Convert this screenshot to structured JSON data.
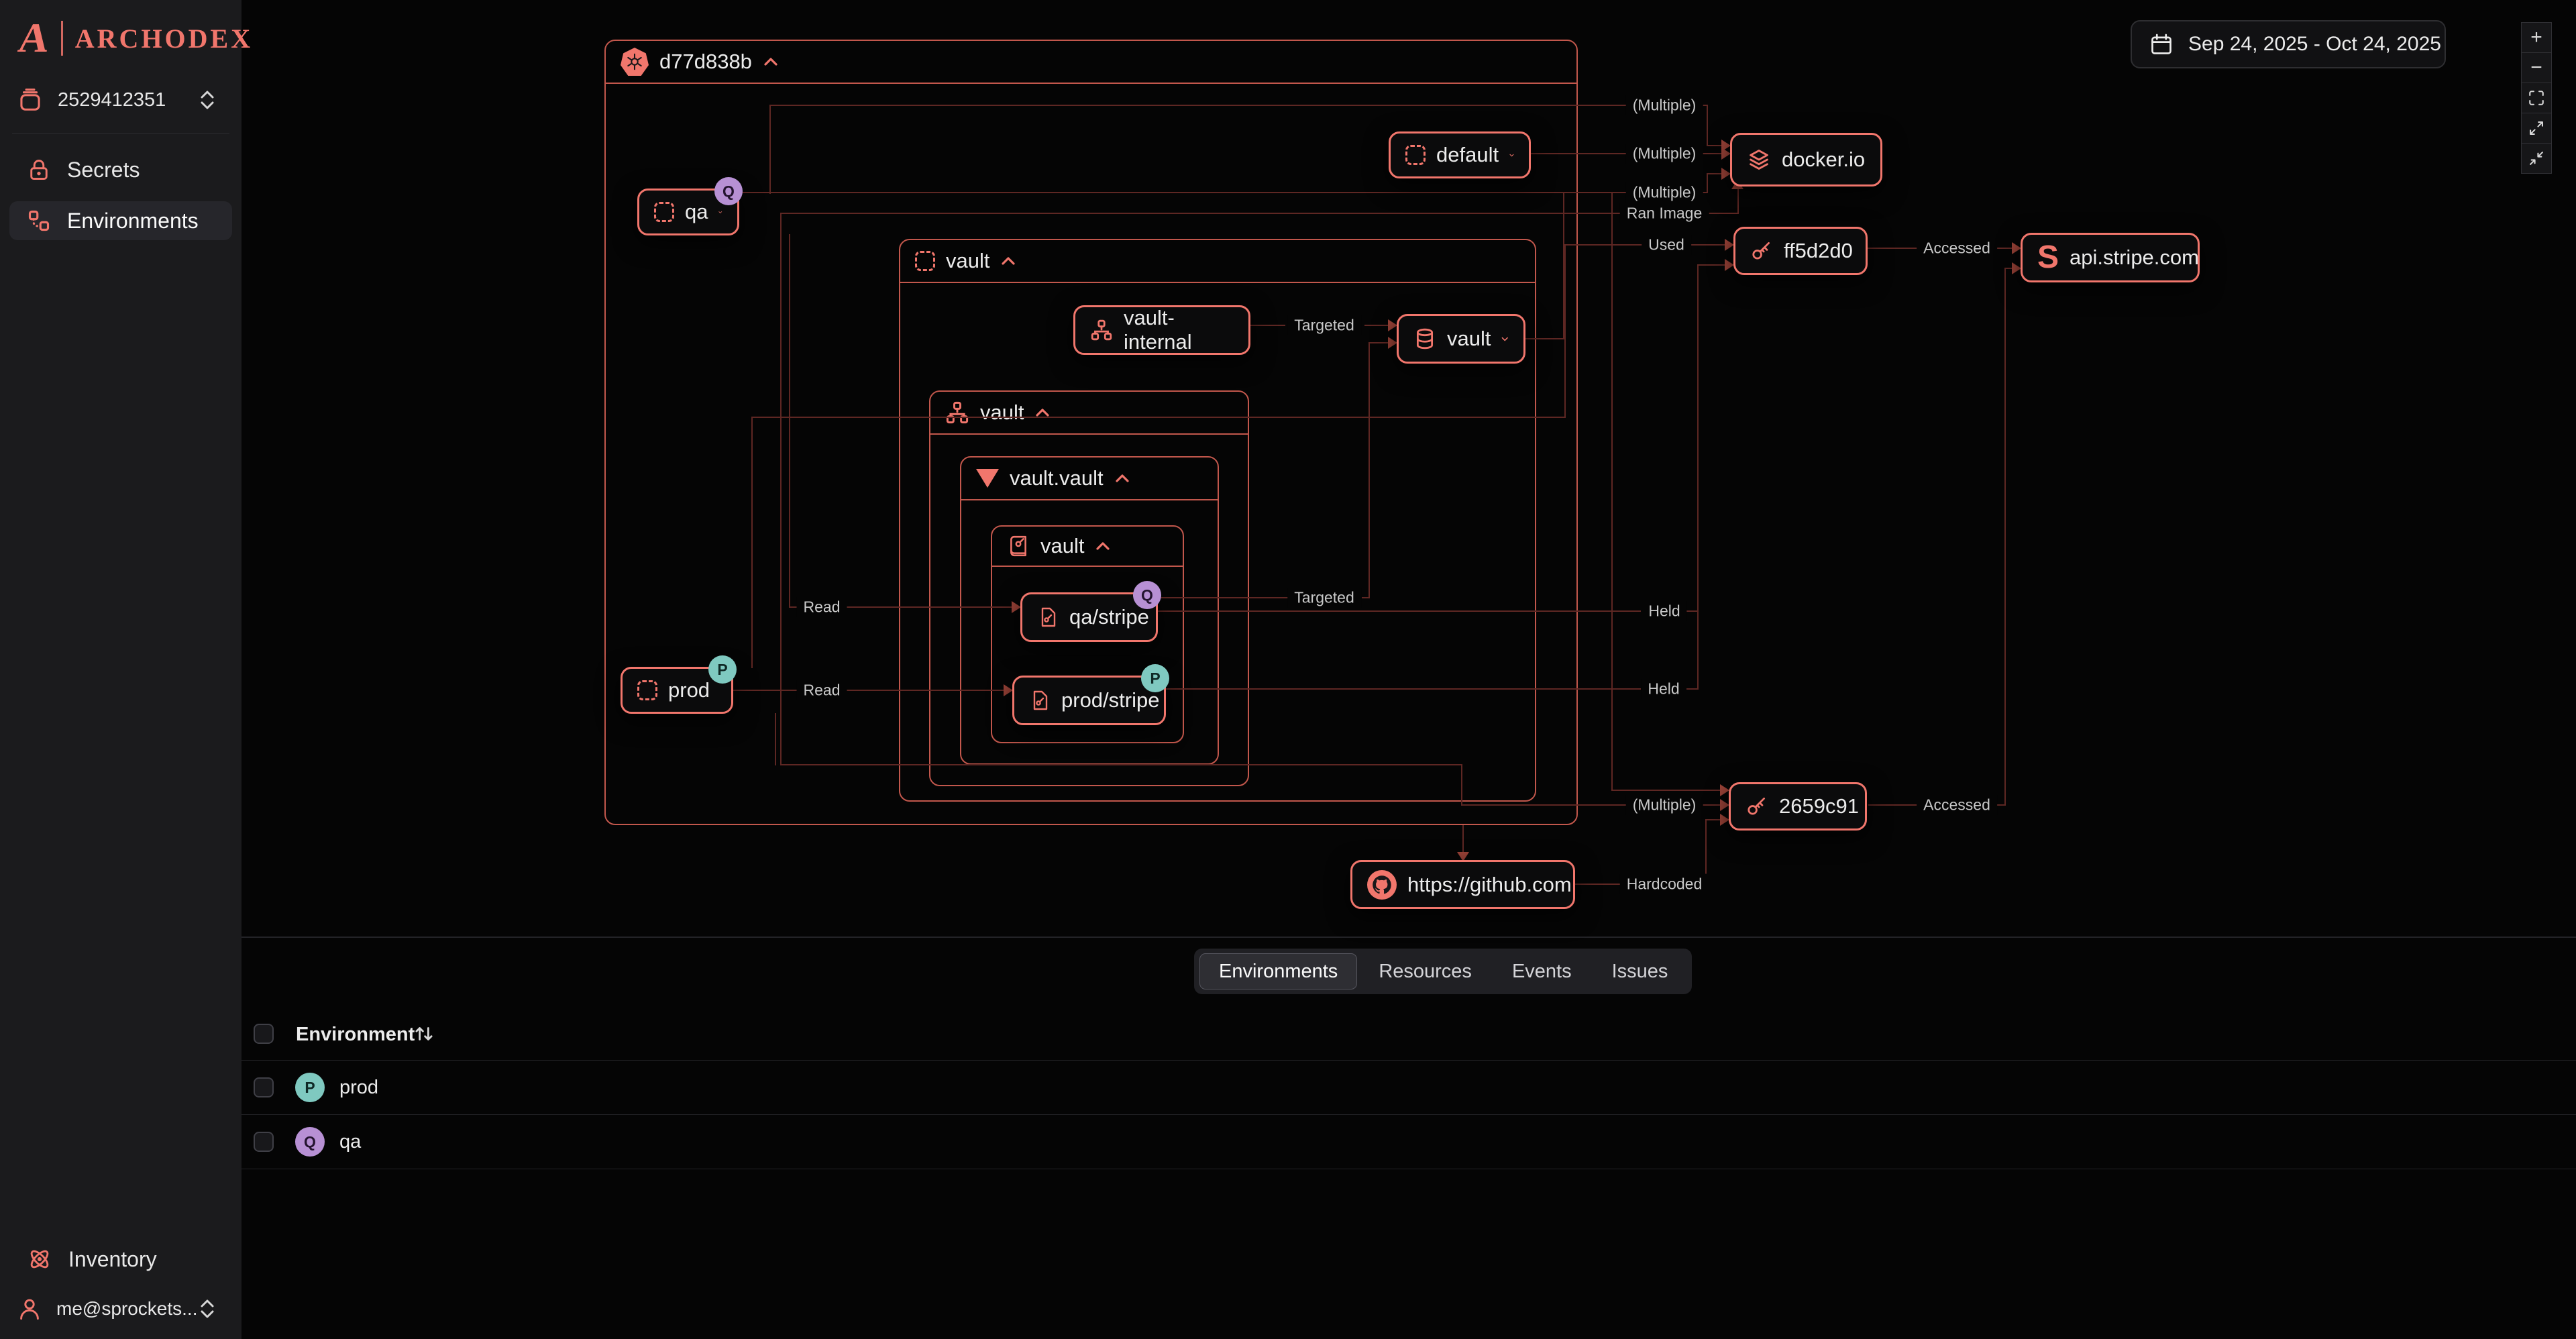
{
  "brand": {
    "logo_letter": "A",
    "name": "ARCHODEX"
  },
  "sidebar": {
    "account_id": "2529412351",
    "nav": [
      {
        "label": "Secrets"
      },
      {
        "label": "Environments"
      }
    ],
    "footer_nav": [
      {
        "label": "Inventory"
      }
    ],
    "user_email": "me@sprockets..."
  },
  "topbar": {
    "date_range": "Sep 24, 2025 - Oct 24, 2025"
  },
  "toolbar": {
    "zoom_in": "+",
    "zoom_out": "−"
  },
  "diagram": {
    "containers": [
      {
        "label": "d77d838b"
      },
      {
        "label": "vault"
      },
      {
        "label": "vault"
      },
      {
        "label": "vault.vault"
      },
      {
        "label": "vault"
      }
    ],
    "nodes": [
      {
        "label": "default"
      },
      {
        "label": "qa",
        "badge": "Q"
      },
      {
        "label": "prod",
        "badge": "P"
      },
      {
        "label": "vault-internal"
      },
      {
        "label": "vault"
      },
      {
        "label": "qa/stripe",
        "badge": "Q"
      },
      {
        "label": "prod/stripe",
        "badge": "P"
      },
      {
        "label": "docker.io"
      },
      {
        "label": "ff5d2d0"
      },
      {
        "label": "api.stripe.com"
      },
      {
        "label": "2659c91"
      },
      {
        "label": "https://github.com"
      }
    ],
    "edge_labels": [
      "(Multiple)",
      "(Multiple)",
      "(Multiple)",
      "Ran Image",
      "Used",
      "Targeted",
      "Read",
      "Targeted",
      "Held",
      "Read",
      "Held",
      "(Multiple)",
      "Accessed",
      "Accessed",
      "Hardcoded"
    ]
  },
  "tabs": {
    "items": [
      {
        "label": "Environments"
      },
      {
        "label": "Resources"
      },
      {
        "label": "Events"
      },
      {
        "label": "Issues"
      }
    ]
  },
  "table": {
    "header": "Environment",
    "rows": [
      {
        "initial": "P",
        "name": "prod"
      },
      {
        "initial": "Q",
        "name": "qa"
      }
    ]
  },
  "colors": {
    "accent": "#f1766c",
    "container_border": "#c2574c",
    "edge": "#5e2723",
    "badge_q": "#b790d4",
    "badge_p": "#7fc9c0",
    "sidebar": "#1b1b1d",
    "background": "#050505"
  }
}
